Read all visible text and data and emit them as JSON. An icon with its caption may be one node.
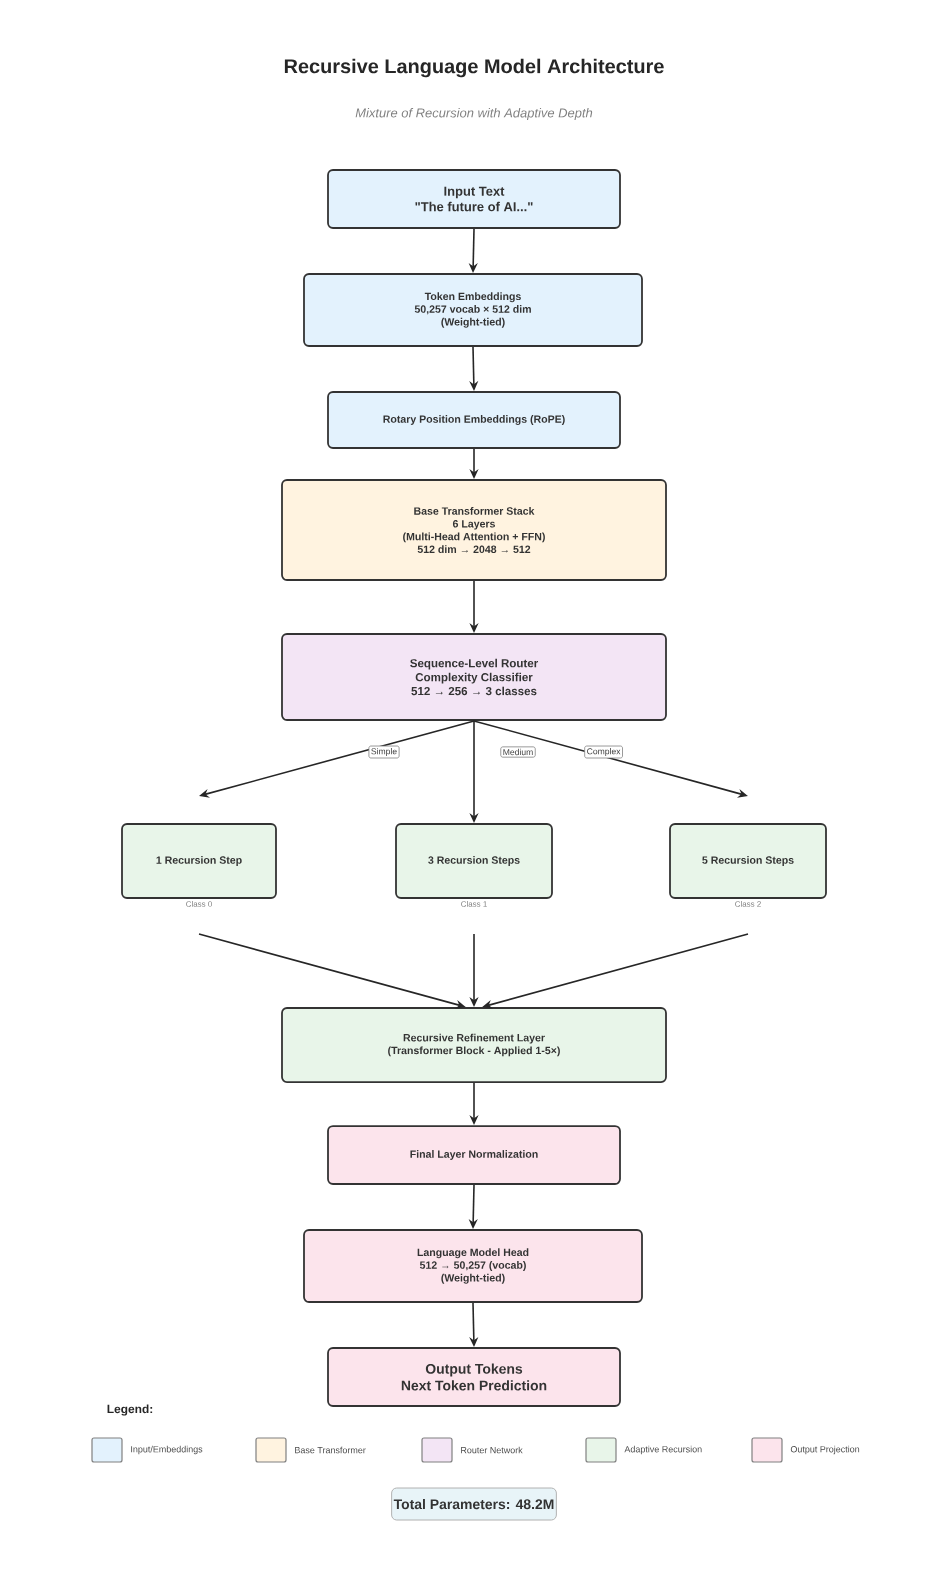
{
  "diagram": {
    "title": "Recursive Language Model Architecture",
    "nodes": [
      {
        "text": [
          "Input Text",
          "\"The future of AI...\""
        ]
      },
      {
        "text": [
          "Token Embeddings",
          "50,257 vocab × 512 dim",
          "(Weight-tied)"
        ]
      },
      {
        "text": [
          "Rotary Position Embeddings (RoPE)"
        ]
      },
      {
        "text": [
          "Base Transformer Stack",
          "6 Layers",
          "(Multi-Head Attention + FFN)",
          "512 dim → 2048 → 512"
        ]
      },
      {
        "text": [
          "Sequence-Level Router",
          "Complexity Classifier",
          "512 → 256 → 3 classes"
        ]
      },
      {
        "text": [
          "1 Recursion Step"
        ],
        "beside": [
          "Class 0"
        ]
      },
      {
        "text": [
          "3 Recursion Steps"
        ],
        "beside": [
          "Class 1"
        ]
      },
      {
        "text": [
          "5 Recursion Steps"
        ],
        "beside": [
          "Class 2"
        ]
      },
      {
        "text": [
          "Recursive Refinement Layer",
          "(Transformer Block - Applied 1-5×)"
        ]
      },
      {
        "text": [
          "Final Layer Normalization"
        ]
      },
      {
        "text": [
          "Language Model Head",
          "512 → 50,257 (vocab)",
          "(Weight-tied)"
        ]
      },
      {
        "text": [
          "Output Tokens",
          "Next Token Prediction"
        ]
      },
      {
        "text": [
          "Total Parameters: 48.2M"
        ]
      }
    ],
    "edges": [
      {
        "from": 0,
        "to": 1,
        "arrow": "to"
      },
      {
        "from": 1,
        "to": 2,
        "arrow": "to"
      },
      {
        "from": 2,
        "to": 3,
        "arrow": "to"
      },
      {
        "from": 3,
        "to": 4,
        "arrow": "to"
      },
      {
        "from": 4,
        "to": 5,
        "arrow": "to",
        "label": "Simple"
      },
      {
        "from": 4,
        "to": 6,
        "arrow": "to",
        "label": "Medium"
      },
      {
        "from": 4,
        "to": 7,
        "arrow": "to",
        "label": "Complex"
      },
      {
        "from": 5,
        "to": 8,
        "arrow": "to"
      },
      {
        "from": 6,
        "to": 8,
        "arrow": "to"
      },
      {
        "from": 7,
        "to": 8,
        "arrow": "to"
      },
      {
        "from": 8,
        "to": 9,
        "arrow": "to"
      },
      {
        "from": 9,
        "to": 10,
        "arrow": "to"
      },
      {
        "from": 10,
        "to": 11,
        "arrow": "to"
      }
    ],
    "labels": [
      "Mixture of Recursion with Adaptive Depth",
      "Legend:"
    ],
    "legend": [
      {
        "text": "Input/Embeddings",
        "color": "#e3f2fd"
      },
      {
        "text": "Base Transformer",
        "color": "#fff3e0"
      },
      {
        "text": "Router Network",
        "color": "#f3e5f5"
      },
      {
        "text": "Adaptive Recursion",
        "color": "#e8f5e9"
      },
      {
        "text": "Output Projection",
        "color": "#fce4ec"
      }
    ]
  }
}
